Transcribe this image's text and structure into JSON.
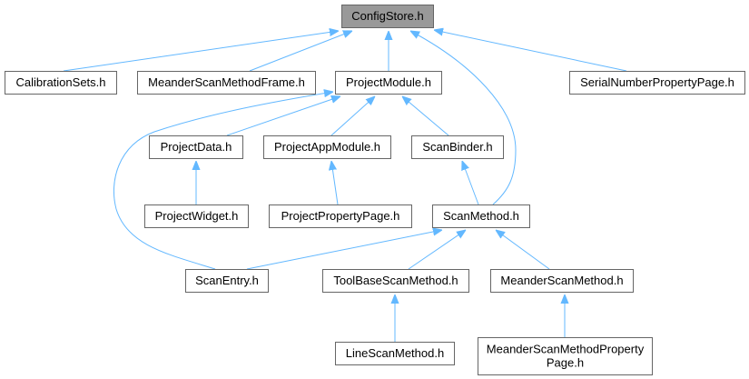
{
  "graph": {
    "root": "ConfigStore.h",
    "colors": {
      "root_fill": "#999999",
      "node_fill": "#ffffff",
      "node_border": "#666666",
      "root_border": "#666666",
      "edge": "#63b8ff"
    },
    "nodes": [
      {
        "id": "configstore",
        "lines": [
          "ConfigStore.h"
        ]
      },
      {
        "id": "calibrationsets",
        "lines": [
          "CalibrationSets.h"
        ]
      },
      {
        "id": "meanderscanmethodframe",
        "lines": [
          "MeanderScanMethodFrame.h"
        ]
      },
      {
        "id": "projectmodule",
        "lines": [
          "ProjectModule.h"
        ]
      },
      {
        "id": "serialnumberpropertypage",
        "lines": [
          "SerialNumberPropertyPage.h"
        ]
      },
      {
        "id": "projectdata",
        "lines": [
          "ProjectData.h"
        ]
      },
      {
        "id": "projectappmodule",
        "lines": [
          "ProjectAppModule.h"
        ]
      },
      {
        "id": "scanbinder",
        "lines": [
          "ScanBinder.h"
        ]
      },
      {
        "id": "projectwidget",
        "lines": [
          "ProjectWidget.h"
        ]
      },
      {
        "id": "projectpropertypage",
        "lines": [
          "ProjectPropertyPage.h"
        ]
      },
      {
        "id": "scanmethod",
        "lines": [
          "ScanMethod.h"
        ]
      },
      {
        "id": "scanentry",
        "lines": [
          "ScanEntry.h"
        ]
      },
      {
        "id": "toolbasescanmethod",
        "lines": [
          "ToolBaseScanMethod.h"
        ]
      },
      {
        "id": "meanderscanmethod",
        "lines": [
          "MeanderScanMethod.h"
        ]
      },
      {
        "id": "linescanmethod",
        "lines": [
          "LineScanMethod.h"
        ]
      },
      {
        "id": "meanderscanmethodpropertypage",
        "lines": [
          "MeanderScanMethodProperty",
          "Page.h"
        ]
      }
    ],
    "edges": [
      {
        "from": "calibrationsets",
        "to": "configstore"
      },
      {
        "from": "meanderscanmethodframe",
        "to": "configstore"
      },
      {
        "from": "projectmodule",
        "to": "configstore"
      },
      {
        "from": "serialnumberpropertypage",
        "to": "configstore"
      },
      {
        "from": "scanmethod",
        "to": "configstore"
      },
      {
        "from": "projectdata",
        "to": "projectmodule"
      },
      {
        "from": "projectappmodule",
        "to": "projectmodule"
      },
      {
        "from": "scanbinder",
        "to": "projectmodule"
      },
      {
        "from": "scanentry",
        "to": "projectmodule"
      },
      {
        "from": "projectwidget",
        "to": "projectdata"
      },
      {
        "from": "projectpropertypage",
        "to": "projectappmodule"
      },
      {
        "from": "scanmethod",
        "to": "scanbinder"
      },
      {
        "from": "scanentry",
        "to": "scanmethod"
      },
      {
        "from": "toolbasescanmethod",
        "to": "scanmethod"
      },
      {
        "from": "meanderscanmethod",
        "to": "scanmethod"
      },
      {
        "from": "linescanmethod",
        "to": "toolbasescanmethod"
      },
      {
        "from": "meanderscanmethodpropertypage",
        "to": "meanderscanmethod"
      }
    ]
  }
}
